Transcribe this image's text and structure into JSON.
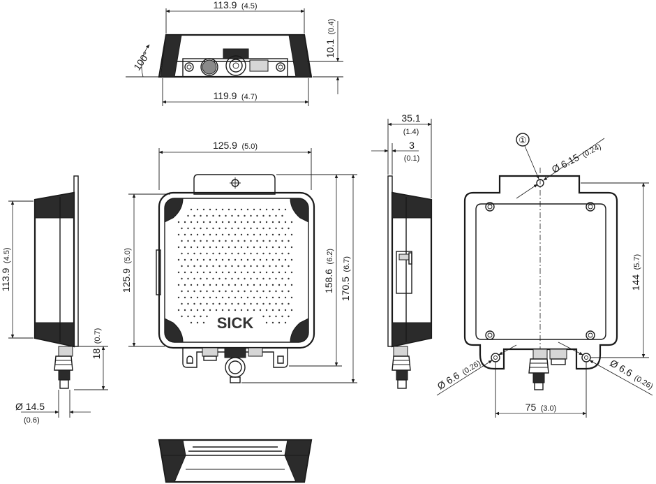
{
  "logo_text": "SICK",
  "callout_number": "①",
  "top_view": {
    "width_top": {
      "main": "113.9",
      "sub": "(4.5)"
    },
    "width_bottom": {
      "main": "119.9",
      "sub": "(4.7)"
    },
    "height": {
      "main": "10.1",
      "sub": "(0.4)"
    },
    "angle": "100°"
  },
  "left_side_view": {
    "height": {
      "main": "113.9",
      "sub": "(4.5)"
    },
    "connector_length": {
      "main": "18",
      "sub": "(0.7)"
    },
    "connector_diameter": {
      "main": "Ø 14.5",
      "sub": "(0.6)"
    }
  },
  "front_view": {
    "width": {
      "main": "125.9",
      "sub": "(5.0)"
    },
    "height": {
      "main": "125.9",
      "sub": "(5.0)"
    },
    "height_bracket": {
      "main": "158.6",
      "sub": "(6.2)"
    },
    "height_total": {
      "main": "170.5",
      "sub": "(6.7)"
    }
  },
  "right_side_view": {
    "depth": {
      "main": "35.1",
      "sub": "(1.4)"
    },
    "plate": {
      "main": "3",
      "sub": "(0.1)"
    }
  },
  "back_view": {
    "hole_top": {
      "main": "Ø 6.15",
      "sub": "(0.24)"
    },
    "hole_left": {
      "main": "Ø 6.6",
      "sub": "(0.26)"
    },
    "hole_right": {
      "main": "Ø 6.6",
      "sub": "(0.26)"
    },
    "hole_spacing_v": {
      "main": "144",
      "sub": "(5.7)"
    },
    "hole_spacing_h": {
      "main": "75",
      "sub": "(3.0)"
    }
  }
}
